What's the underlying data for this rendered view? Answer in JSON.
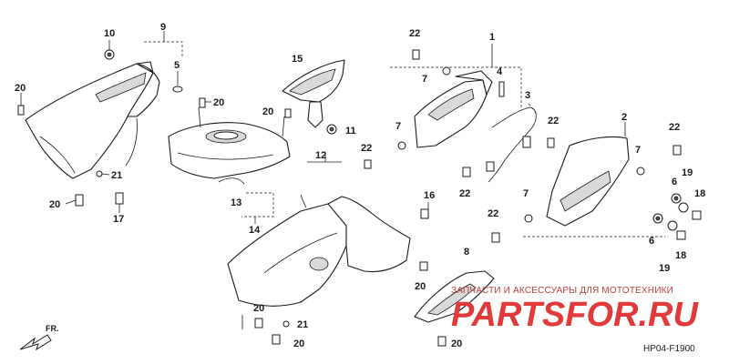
{
  "callouts": {
    "c1": "1",
    "c2": "2",
    "c3": "3",
    "c4": "4",
    "c5": "5",
    "c6a": "6",
    "c6b": "6",
    "c7a": "7",
    "c7b": "7",
    "c7c": "7",
    "c7d": "7",
    "c9": "9",
    "c10": "10",
    "c11": "11",
    "c12": "12",
    "c13": "13",
    "c14": "14",
    "c15": "15",
    "c16": "16",
    "c17": "17",
    "c18a": "18",
    "c18b": "18",
    "c19a": "19",
    "c19b": "19",
    "c20a": "20",
    "c20b": "20",
    "c20c": "20",
    "c20d": "20",
    "c20e": "20",
    "c20f": "20",
    "c21a": "21",
    "c21b": "21",
    "c22a": "22",
    "c22b": "22",
    "c22c": "22",
    "c22d": "22",
    "c22e": "22",
    "c22f": "22",
    "c8": "8"
  },
  "direction_marker": "FR.",
  "diagram_code": "HP04-F1900",
  "watermark": {
    "tagline": "ЗАПЧАСТИ И АКСЕССУАРЫ ДЛЯ МОТОТЕХНИКИ",
    "logo": "PARTSFOR.RU"
  }
}
